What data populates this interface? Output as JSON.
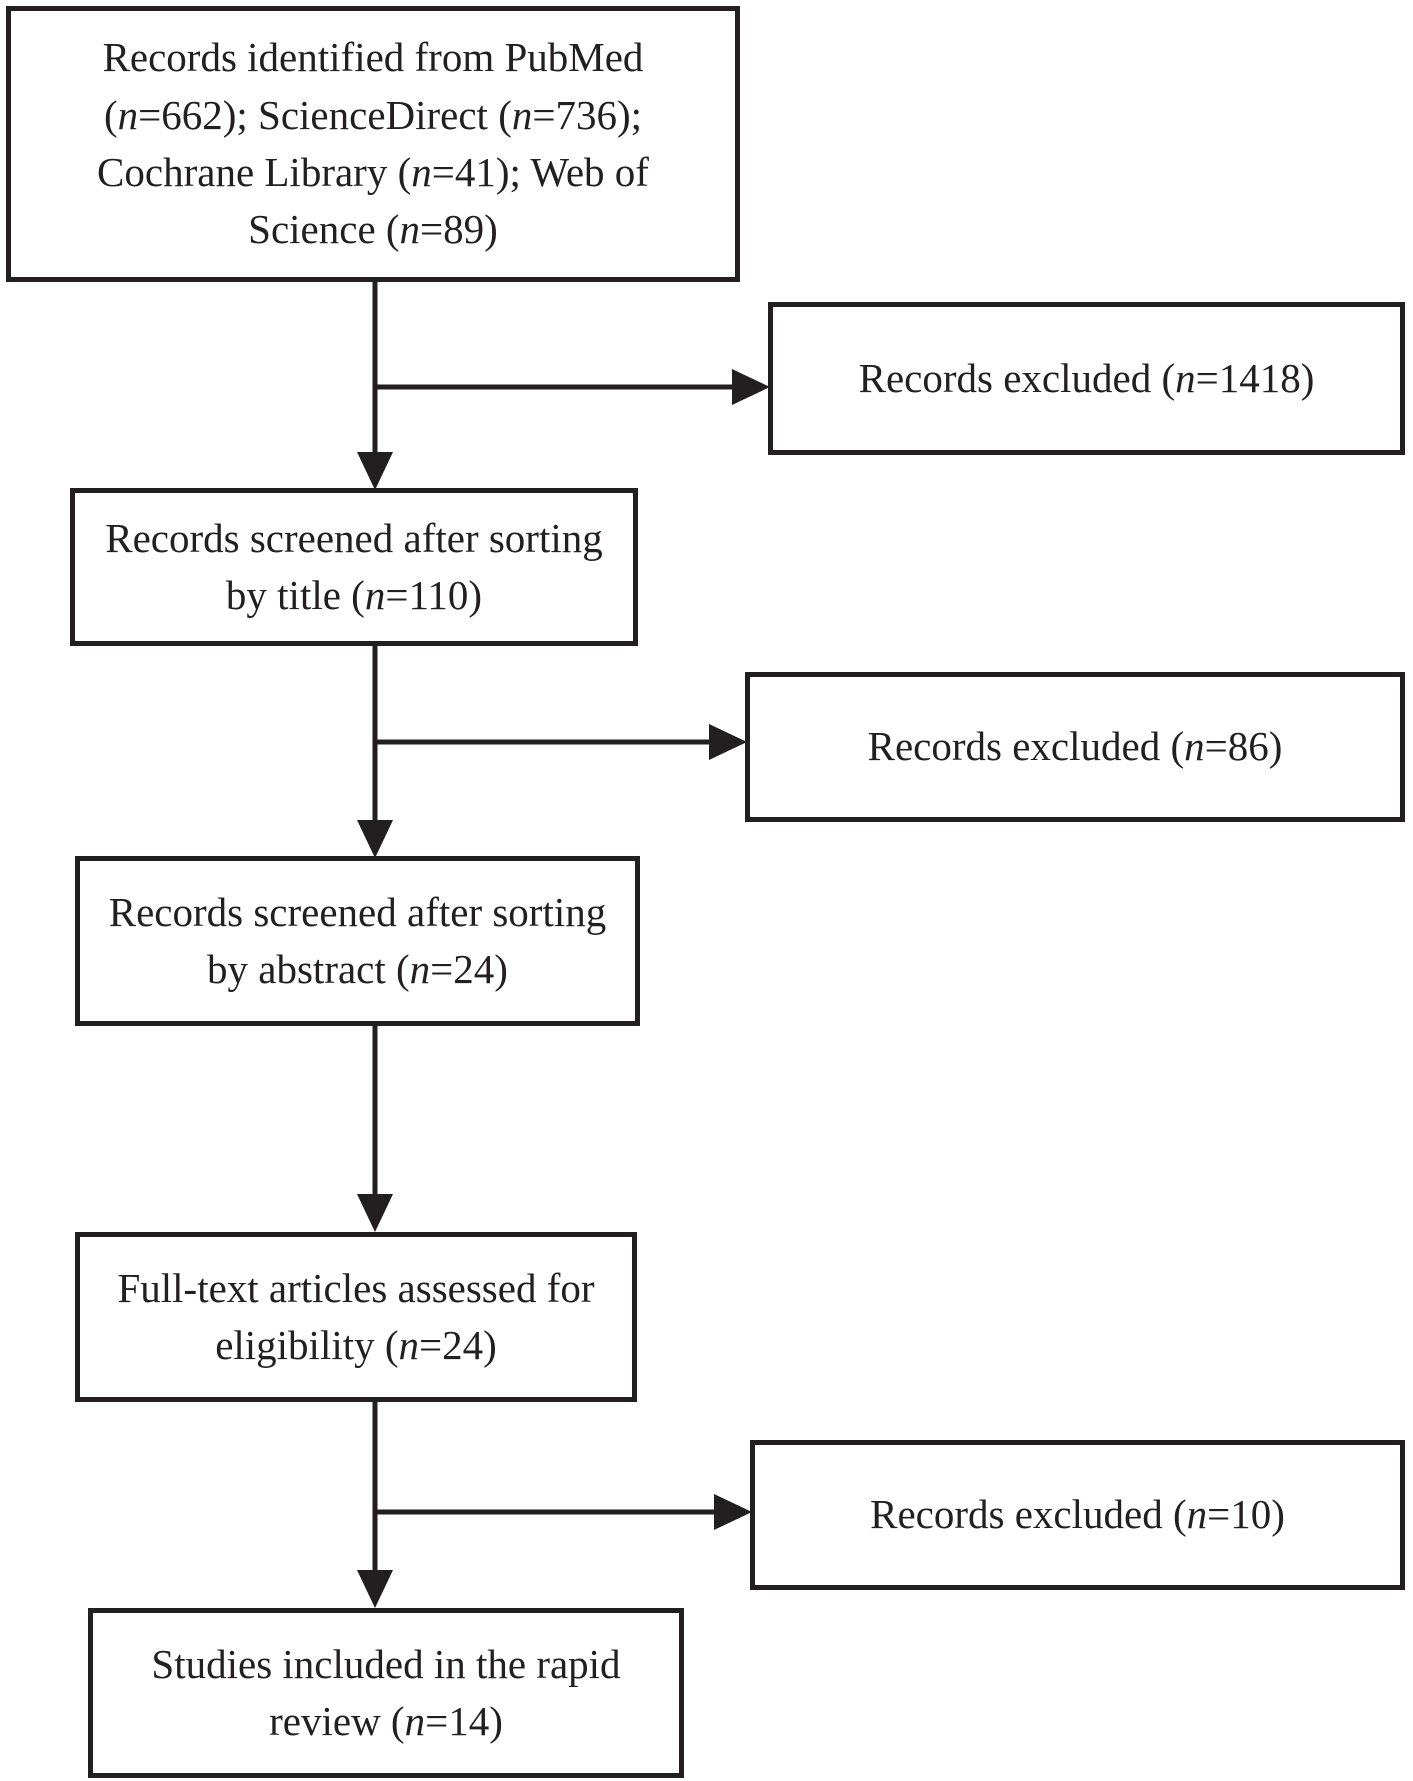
{
  "diagram": {
    "type": "flowchart",
    "colors": {
      "line": "#231f20",
      "text": "#231f20",
      "background": "#ffffff"
    },
    "nodes": {
      "identification": {
        "segments": [
          {
            "t": "Records identified from PubMed ("
          },
          {
            "t": "n",
            "i": true
          },
          {
            "t": "=662); ScienceDirect ("
          },
          {
            "t": "n",
            "i": true
          },
          {
            "t": "=736); Cochrane Library ("
          },
          {
            "t": "n",
            "i": true
          },
          {
            "t": "=41); Web of Science ("
          },
          {
            "t": "n",
            "i": true
          },
          {
            "t": "=89)"
          }
        ]
      },
      "excluded_title": {
        "segments": [
          {
            "t": "Records excluded ("
          },
          {
            "t": "n",
            "i": true
          },
          {
            "t": "=1418)"
          }
        ]
      },
      "screened_title": {
        "segments": [
          {
            "t": "Records screened after sorting by title ("
          },
          {
            "t": "n",
            "i": true
          },
          {
            "t": "=110)"
          }
        ]
      },
      "excluded_abstract": {
        "segments": [
          {
            "t": "Records excluded ("
          },
          {
            "t": "n",
            "i": true
          },
          {
            "t": "=86)"
          }
        ]
      },
      "screened_abstract": {
        "segments": [
          {
            "t": "Records screened after sorting by abstract ("
          },
          {
            "t": "n",
            "i": true
          },
          {
            "t": "=24)"
          }
        ]
      },
      "fulltext": {
        "segments": [
          {
            "t": "Full-text articles assessed for eligibility ("
          },
          {
            "t": "n",
            "i": true
          },
          {
            "t": "=24)"
          }
        ]
      },
      "excluded_fulltext": {
        "segments": [
          {
            "t": "Records excluded ("
          },
          {
            "t": "n",
            "i": true
          },
          {
            "t": "=10)"
          }
        ]
      },
      "included": {
        "segments": [
          {
            "t": "Studies included in the rapid review ("
          },
          {
            "t": "n",
            "i": true
          },
          {
            "t": "=14)"
          }
        ]
      }
    },
    "counts": {
      "identified_pubmed": 662,
      "identified_sciencedirect": 736,
      "identified_cochrane_library": 41,
      "identified_web_of_science": 89,
      "excluded_after_title_sort": 1418,
      "screened_by_title": 110,
      "excluded_after_abstract_sort": 86,
      "screened_by_abstract": 24,
      "fulltext_assessed": 24,
      "excluded_fulltext": 10,
      "included_in_rapid_review": 14
    },
    "edges": [
      {
        "from": "identification",
        "to": "screened_title"
      },
      {
        "from": "identification",
        "to": "excluded_title"
      },
      {
        "from": "screened_title",
        "to": "screened_abstract"
      },
      {
        "from": "screened_title",
        "to": "excluded_abstract"
      },
      {
        "from": "screened_abstract",
        "to": "fulltext"
      },
      {
        "from": "fulltext",
        "to": "included"
      },
      {
        "from": "fulltext",
        "to": "excluded_fulltext"
      }
    ]
  }
}
